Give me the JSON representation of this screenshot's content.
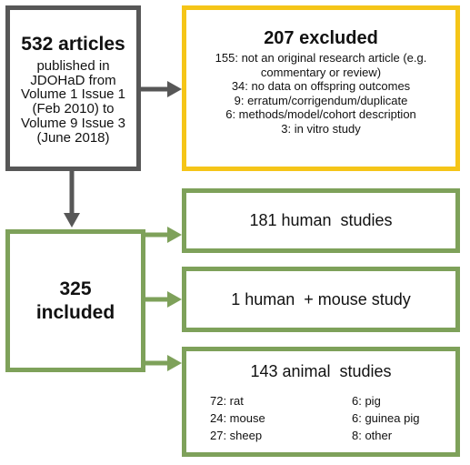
{
  "source_box": {
    "count": "532 articles",
    "lines": [
      "published in",
      "JDOHaD from",
      "Volume 1 Issue 1",
      "(Feb 2010) to",
      "Volume 9 Issue 3",
      "(June 2018)"
    ]
  },
  "excluded_box": {
    "title": "207 excluded",
    "lines": [
      "155: not an original research article (e.g.",
      "commentary or review)",
      "34: no data on offspring outcomes",
      "9: erratum/corrigendum/duplicate",
      "6: methods/model/cohort description",
      "3: in vitro study"
    ]
  },
  "included_box": {
    "count": "325",
    "label": "included"
  },
  "human_box": {
    "text": "181 human  studies"
  },
  "mixed_box": {
    "text": "1 human  + mouse study"
  },
  "animal_box": {
    "title": "143 animal  studies",
    "left_items": [
      "72: rat",
      "24: mouse",
      "27: sheep"
    ],
    "right_items": [
      "6: pig",
      "6: guinea pig",
      "8: other"
    ]
  },
  "colors": {
    "gray": "#575757",
    "gold": "#f5c518",
    "green": "#7ea15a"
  }
}
